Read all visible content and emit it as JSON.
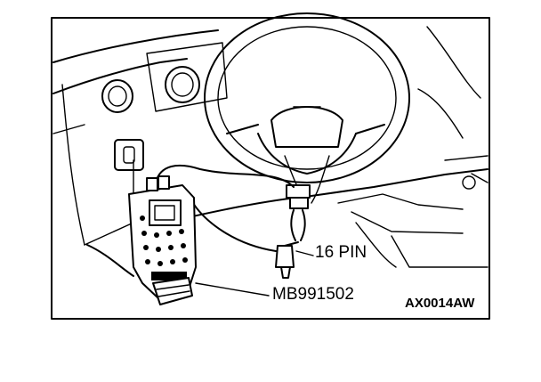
{
  "figure": {
    "labels": {
      "connector": "16 PIN",
      "tool": "MB991502",
      "code": "AX0014AW"
    },
    "colors": {
      "line": "#000000",
      "background": "#ffffff"
    },
    "icons": [
      "steering-wheel-icon",
      "scan-tool-icon",
      "diagnostic-connector-icon"
    ]
  }
}
